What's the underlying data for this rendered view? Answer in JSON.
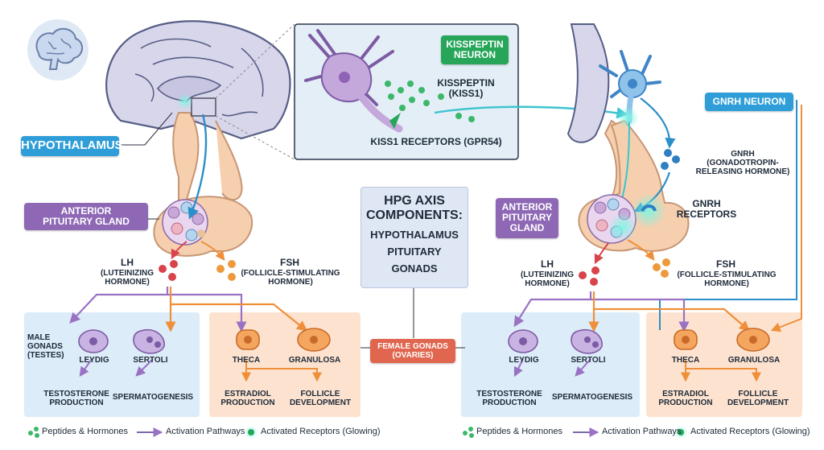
{
  "labels": {
    "hypothalamus": "HYPOTHALAMUS",
    "anterior_pituitary_left": "ANTERIOR\nPITUITARY GLAND",
    "anterior_pituitary_right": "ANTERIOR\nPITUITARY\nGLAND",
    "kisspeptin_neuron": "KISSPEPTIN\nNEURON",
    "kisspeptin": "KISSPEPTIN\n(KISS1)",
    "kiss1_receptors": "KISS1 RECEPTORS (GPR54)",
    "gnrh_neuron": "GNRH NEURON",
    "gnrh": "GNRH\n(GONADOTROPIN-\nRELEASING HORMONE)",
    "gnrh_receptors": "GNRH\nRECEPTORS",
    "lh_title": "LH",
    "lh_sub": "(LUTEINIZING\nHORMONE)",
    "fsh_title": "FSH",
    "fsh_sub": "(FOLLICLE-STIMULATING\nHORMONE)",
    "male_gonads": "MALE\nGONADS\n(TESTES)",
    "female_gonads": "FEMALE GONADS\n(OVARIES)",
    "leydig": "LEYDIG",
    "sertoli": "SERTOLI",
    "theca": "THECA",
    "granulosa": "GRANULOSA",
    "testosterone": "TESTOSTERONE\nPRODUCTION",
    "spermatogenesis": "SPERMATOGENESIS",
    "estradiol": "ESTRADIOL\nPRODUCTION",
    "follicle": "FOLLICLE\nDEVELOPMENT"
  },
  "hpg_box": {
    "title": "HPG AXIS\nCOMPONENTS:",
    "items": [
      "HYPOTHALAMUS",
      "PITUITARY",
      "GONADS"
    ]
  },
  "legend": {
    "peptides": "Peptides & Hormones",
    "activation": "Activation Pathways",
    "receptors": "Activated Receptors (Glowing)"
  },
  "colors": {
    "blue_tag": "#2f9ed8",
    "purple_tag": "#8e68b5",
    "green_tag": "#27a65a",
    "red_tag": "#e0664f",
    "male_panel": "#dcecf8",
    "female_panel": "#fde3cf",
    "lh_red": "#d9434a",
    "fsh_orange": "#ee9a3c",
    "pathway_purple": "#9a72c4",
    "pathway_orange": "#ef8f3a",
    "glow_teal": "#3fe0c8"
  },
  "icons": [
    "brain-icon",
    "kisspeptin-neuron-icon",
    "gnrh-neuron-icon",
    "pituitary-gland-icon",
    "leydig-cell-icon",
    "sertoli-cell-icon",
    "theca-cell-icon",
    "granulosa-cell-icon"
  ]
}
